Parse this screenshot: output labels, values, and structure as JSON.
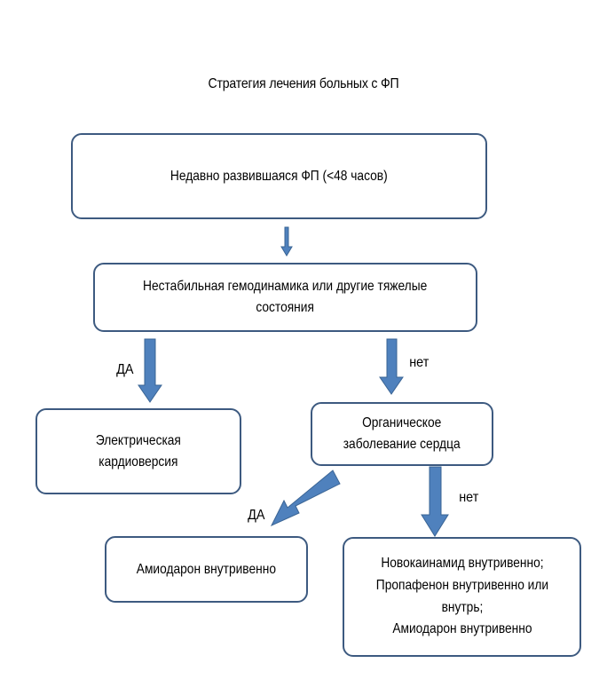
{
  "title": "Стратегия лечения больных с ФП",
  "nodes": {
    "recent_af": "Недавно развившаяся ФП (<48 часов)",
    "unstable": "Нестабильная гемодинамика или другие тяжелые\nсостояния",
    "cardioversion": "Электрическая\nкардиоверсия",
    "organic": "Органическое\nзаболевание сердца",
    "amiodarone": "Амиодарон внутривенно",
    "alternatives": "Новокаинамид внутривенно;\nПропафенон внутривенно или\nвнутрь;\nАмиодарон внутривенно"
  },
  "labels": {
    "yes_1": "ДА",
    "no_1": "нет",
    "yes_2": "ДА",
    "no_2": "нет"
  },
  "colors": {
    "border": "#3d5a80",
    "arrow_fill": "#4f81bd",
    "arrow_stroke": "#3a6494"
  }
}
